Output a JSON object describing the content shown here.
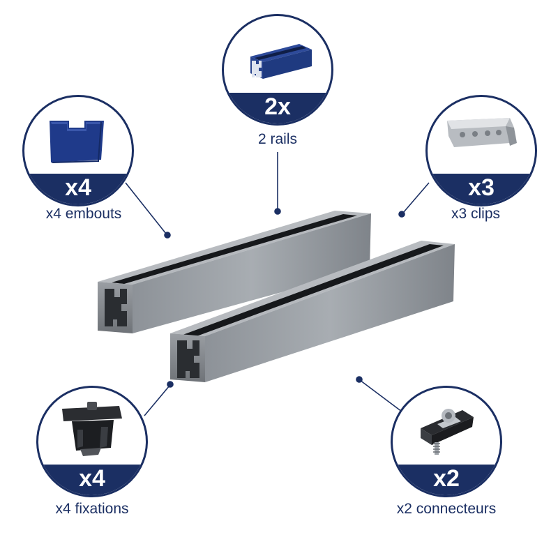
{
  "accent_color": "#1b2f63",
  "items": {
    "rails": {
      "count": "2x",
      "caption": "2 rails",
      "icon": "rail-profile-icon"
    },
    "embouts": {
      "count": "x4",
      "caption": "x4 embouts",
      "icon": "end-cap-icon"
    },
    "clips": {
      "count": "x3",
      "caption": "x3 clips",
      "icon": "clip-icon"
    },
    "fixations": {
      "count": "x4",
      "caption": "x4 fixations",
      "icon": "end-clamp-icon"
    },
    "connecteurs": {
      "count": "x2",
      "caption": "x2 connecteurs",
      "icon": "connector-icon"
    }
  }
}
